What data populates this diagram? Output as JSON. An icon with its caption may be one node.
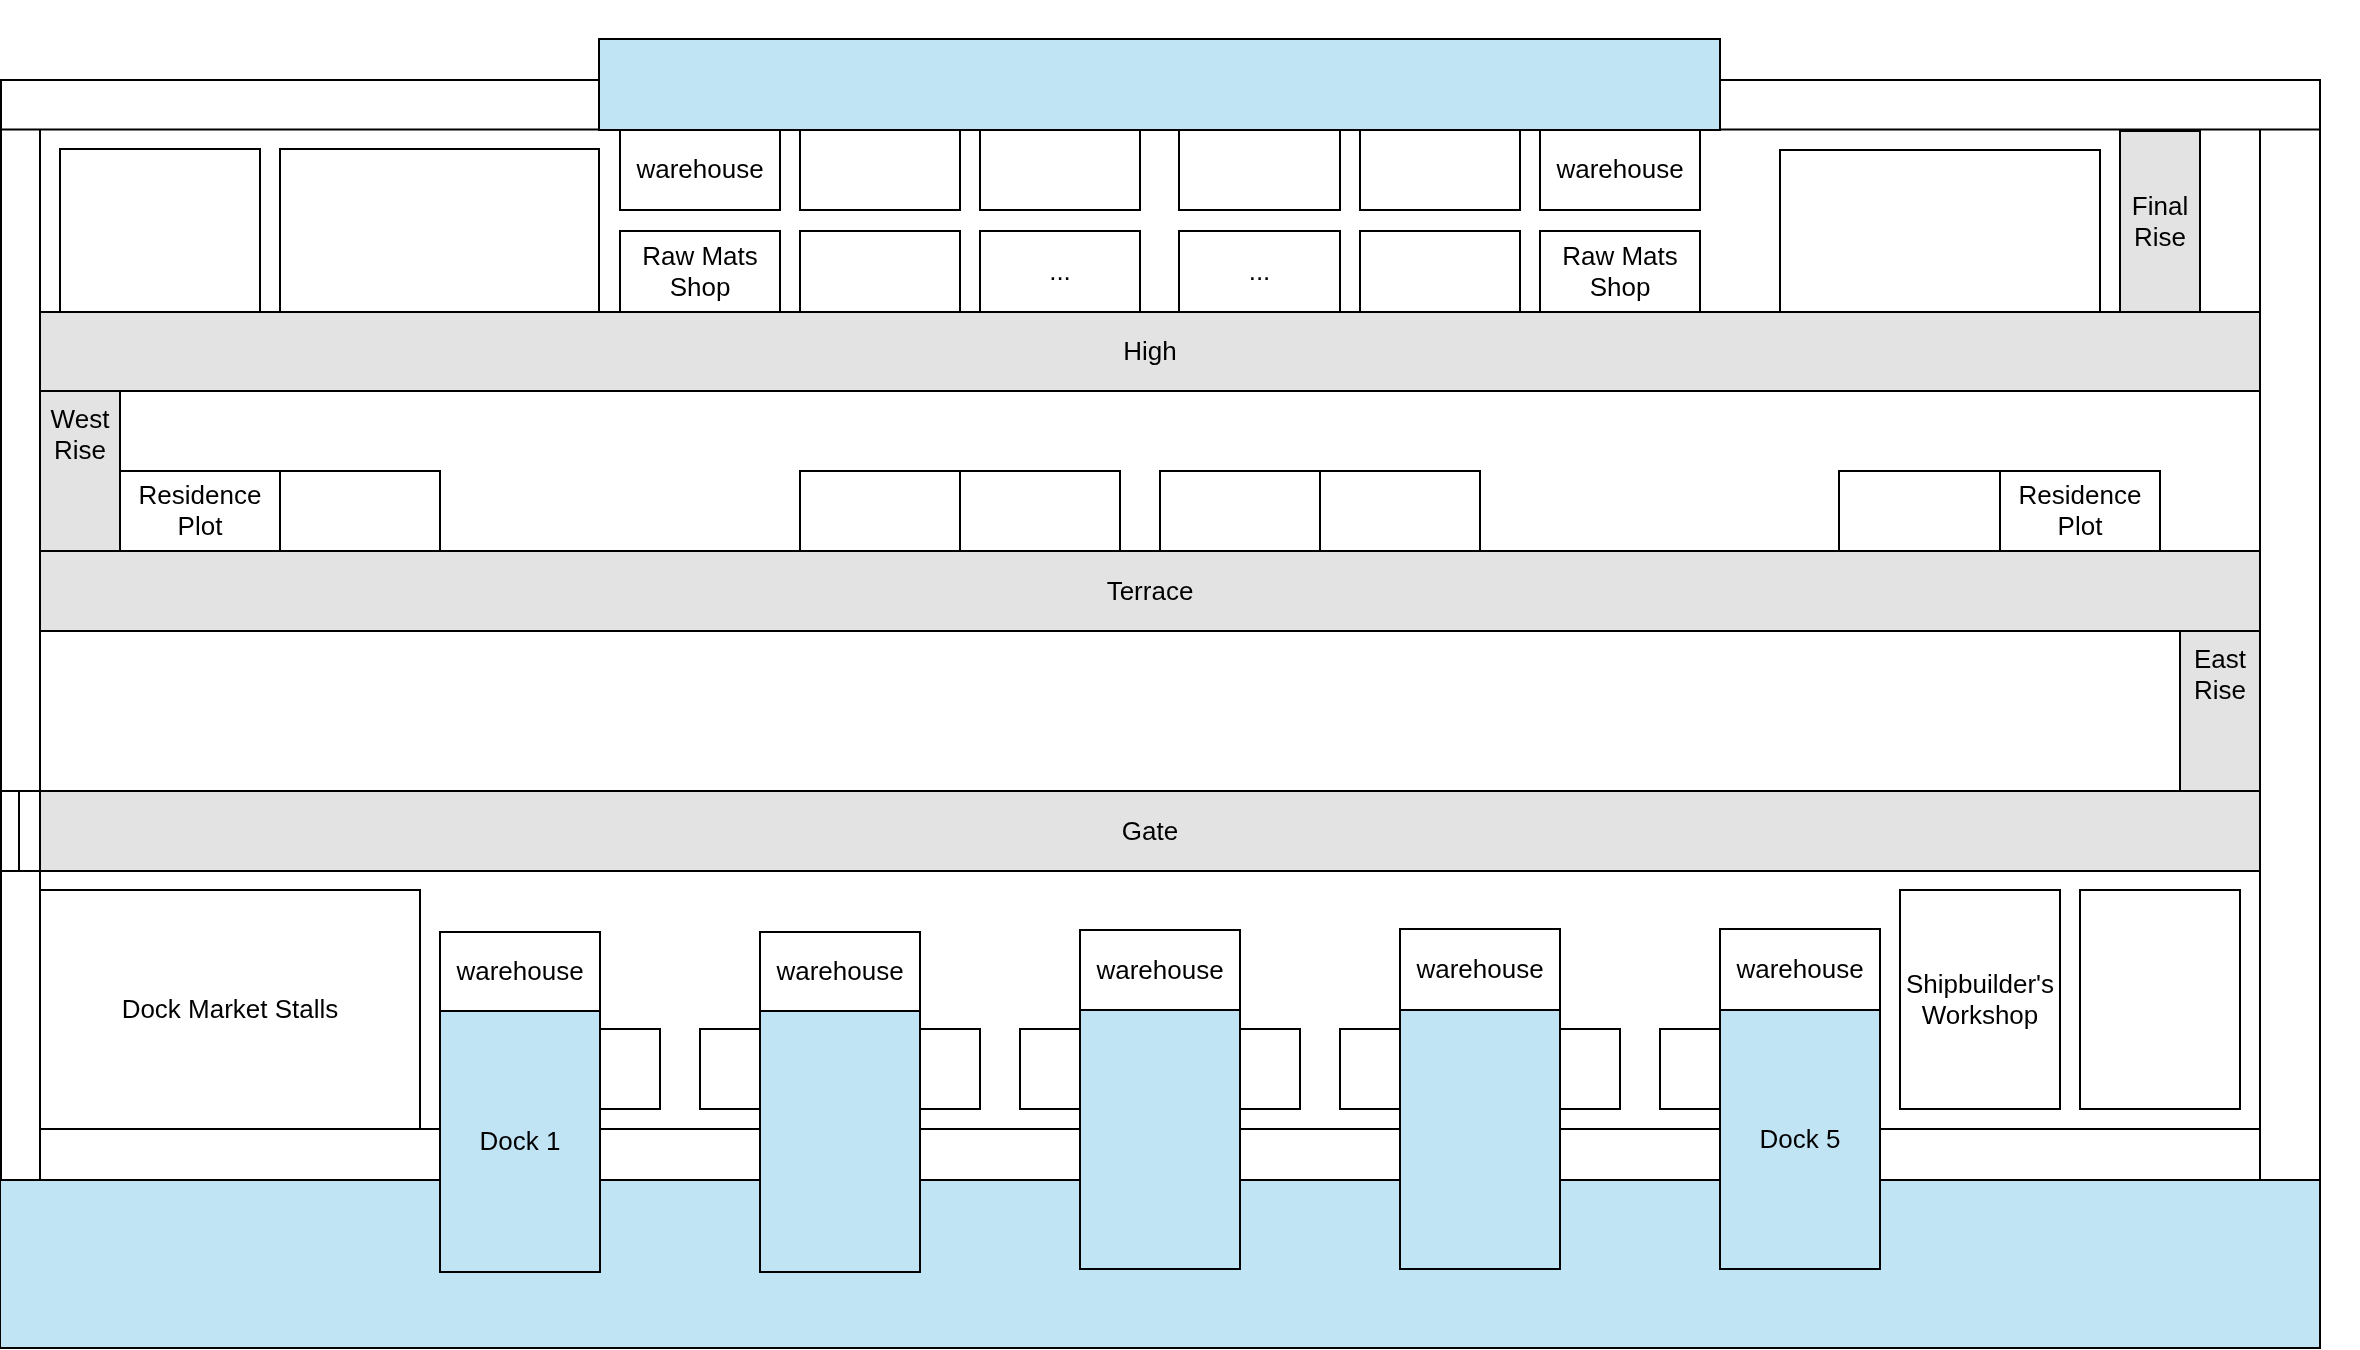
{
  "diagram": {
    "nodes": [
      {
        "text": [],
        "shape": "box"
      },
      {
        "text": [],
        "shape": "box"
      },
      {
        "text": [],
        "shape": "box"
      },
      {
        "text": [
          "warehouse"
        ]
      },
      {
        "text": [],
        "shape": "box"
      },
      {
        "text": [],
        "shape": "box"
      },
      {
        "text": [],
        "shape": "box"
      },
      {
        "text": [],
        "shape": "box"
      },
      {
        "text": [
          "warehouse"
        ]
      },
      {
        "text": [],
        "shape": "box"
      },
      {
        "text": [
          "Final Rise"
        ]
      },
      {
        "text": [
          "Raw Mats Shop"
        ]
      },
      {
        "text": [],
        "shape": "box"
      },
      {
        "text": [
          "..."
        ]
      },
      {
        "text": [
          "..."
        ]
      },
      {
        "text": [],
        "shape": "box"
      },
      {
        "text": [
          "Raw Mats Shop"
        ]
      },
      {
        "text": [
          "High"
        ]
      },
      {
        "text": [
          "West Rise"
        ]
      },
      {
        "text": [
          "Residence Plot"
        ]
      },
      {
        "text": [],
        "shape": "box"
      },
      {
        "text": [],
        "shape": "box"
      },
      {
        "text": [],
        "shape": "box"
      },
      {
        "text": [],
        "shape": "box"
      },
      {
        "text": [],
        "shape": "box"
      },
      {
        "text": [],
        "shape": "box"
      },
      {
        "text": [
          "Residence Plot"
        ]
      },
      {
        "text": [
          "Terrace"
        ]
      },
      {
        "text": [
          "East Rise"
        ]
      },
      {
        "text": [
          "Gate"
        ]
      },
      {
        "text": [
          "Dock Market Stalls"
        ]
      },
      {
        "text": [
          "warehouse"
        ]
      },
      {
        "text": [
          "warehouse"
        ]
      },
      {
        "text": [
          "warehouse"
        ]
      },
      {
        "text": [
          "warehouse"
        ]
      },
      {
        "text": [
          "warehouse"
        ]
      },
      {
        "text": [
          "Shipbuilder's Workshop"
        ]
      },
      {
        "text": [],
        "shape": "box"
      },
      {
        "text": [],
        "shape": "box"
      },
      {
        "text": [],
        "shape": "box"
      },
      {
        "text": [],
        "shape": "box"
      },
      {
        "text": [],
        "shape": "box"
      },
      {
        "text": [],
        "shape": "box"
      },
      {
        "text": [],
        "shape": "box"
      },
      {
        "text": [],
        "shape": "box"
      },
      {
        "text": [],
        "shape": "box"
      },
      {
        "text": [
          "Dock 1"
        ]
      },
      {
        "text": [],
        "shape": "box"
      },
      {
        "text": [],
        "shape": "box"
      },
      {
        "text": [],
        "shape": "box"
      },
      {
        "text": [
          "Dock 5"
        ]
      },
      {
        "text": [],
        "shape": "box"
      }
    ]
  }
}
